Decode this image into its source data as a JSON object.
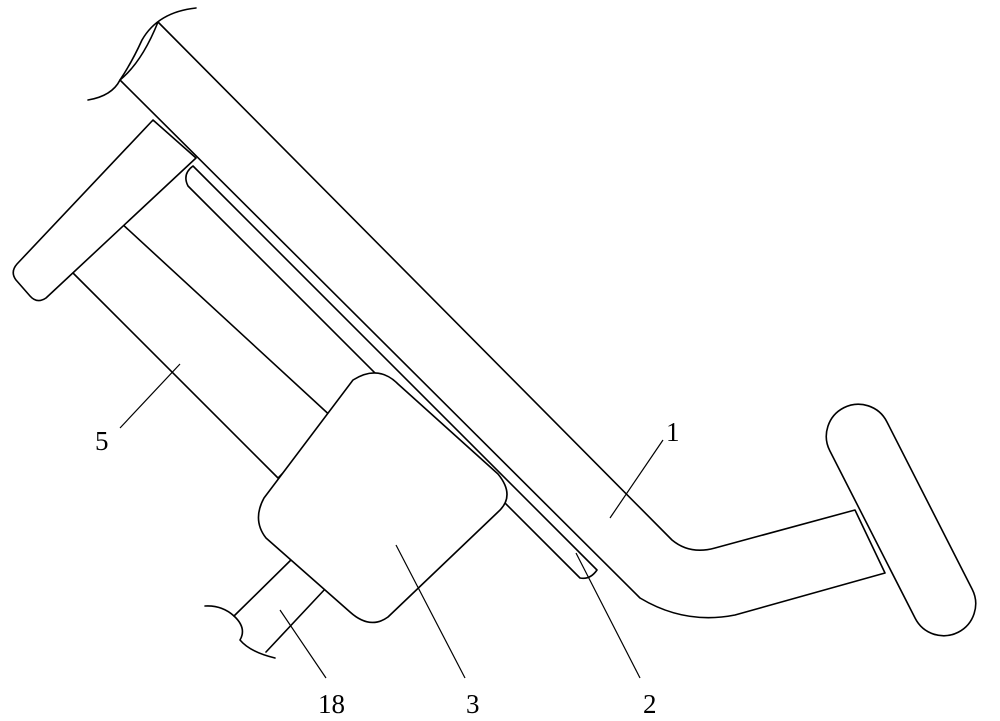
{
  "figure": {
    "labels": {
      "rod": "1",
      "slot": "2",
      "slider_block": "3",
      "sleeve": "5",
      "shaft": "18"
    }
  }
}
